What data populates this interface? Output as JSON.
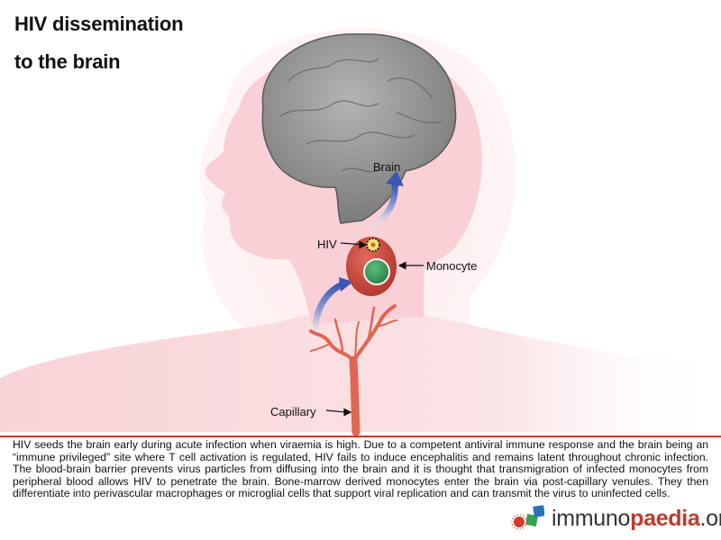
{
  "title": {
    "line1": "HIV dissemination",
    "line2": "to the brain"
  },
  "labels": {
    "brain": "Brain",
    "hiv": "HIV",
    "monocyte": "Monocyte",
    "capillary": "Capillary"
  },
  "description": "HIV seeds the brain early during acute infection when viraemia is high. Due to a competent antiviral immune response and the brain being an “immune privileged” site where T cell activation is regulated, HIV fails to induce encephalitis and remains latent throughout chronic infection. The blood-brain barrier prevents virus particles from diffusing into the brain and it is thought that transmigration of infected monocytes from peripheral blood allows HIV to penetrate the brain. Bone-marrow derived monocytes enter the brain via post-capillary venules. They then differentiate into perivascular macrophages or microglial cells that support viral replication and can transmit the virus to uninfected cells.",
  "brand": {
    "part1": "immuno",
    "part2": "paedia",
    "part3": ".org"
  },
  "colors": {
    "accent": "#c0392b",
    "silhouette": "#fbe4e6",
    "brain": "#8f8f8f",
    "arrow": "#3a55b4",
    "monocyte": "#c8463c",
    "nucleus": "#3c9a5c",
    "capillary": "#e05a48"
  }
}
